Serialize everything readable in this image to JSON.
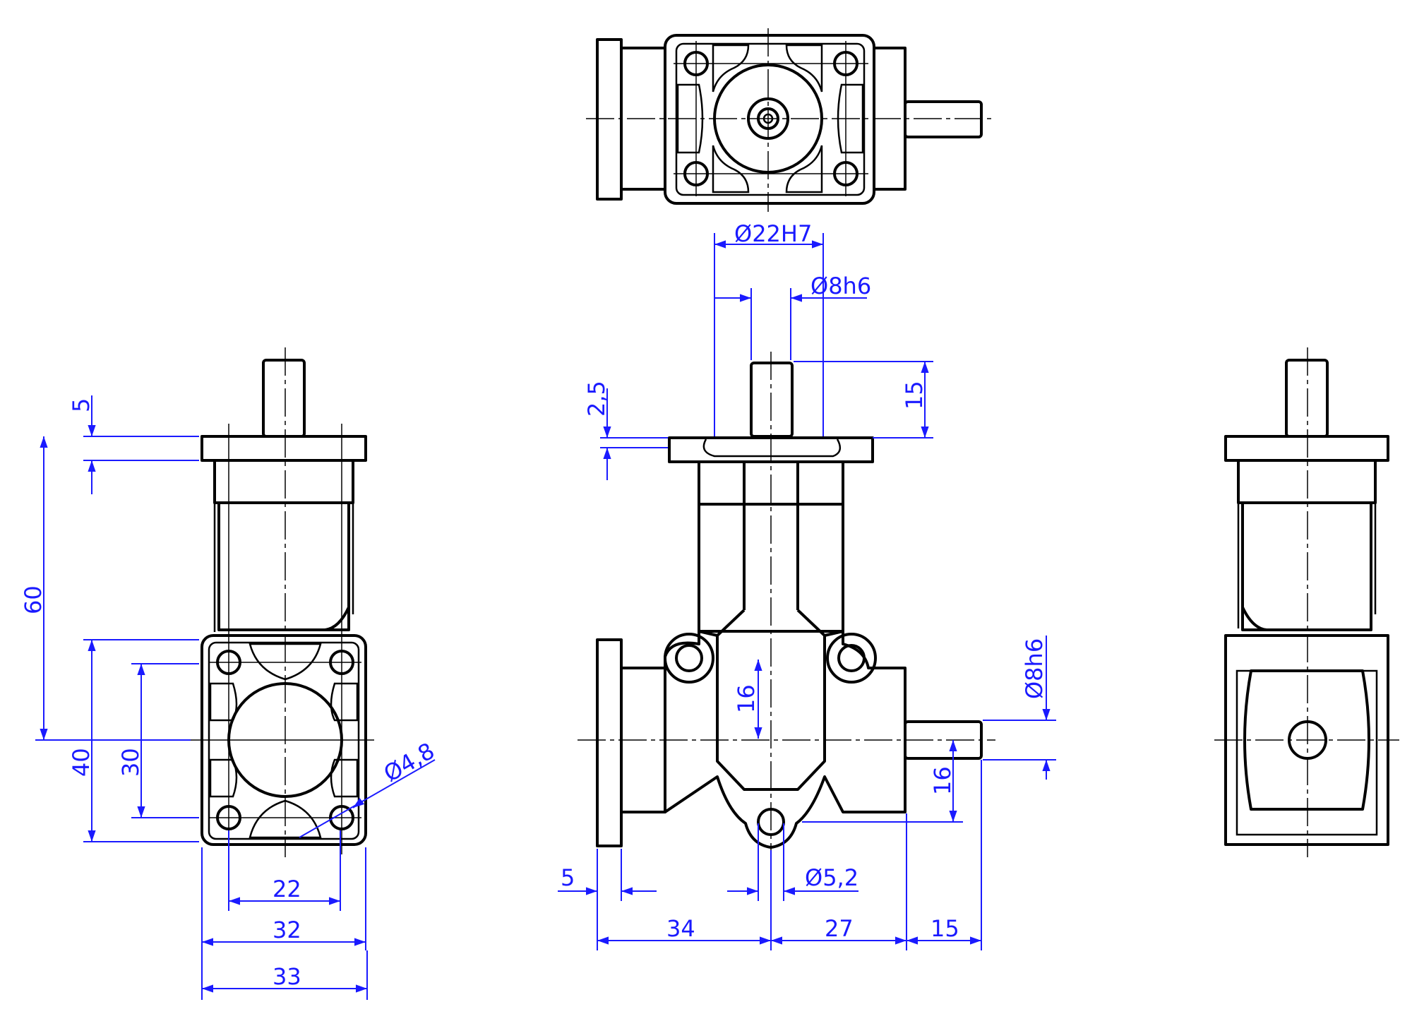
{
  "colors": {
    "outline": "#000000",
    "dimension": "#1a1aff",
    "background": "#ffffff"
  },
  "dimensions": {
    "bore_22h7": "Ø22H7",
    "shaft_8h6_top": "Ø8h6",
    "shaft_8h6_side": "Ø8h6",
    "flange_2_5": "2,5",
    "shaft_len_15_top": "15",
    "shaft_len_15_bottom": "15",
    "left_5": "5",
    "left_60": "60",
    "left_40": "40",
    "left_30": "30",
    "hole_4_8": "Ø4,8",
    "w_22": "22",
    "w_32": "32",
    "w_33": "33",
    "front_16_v": "16",
    "front_16_r": "16",
    "front_5": "5",
    "hole_5_2": "Ø5,2",
    "front_34": "34",
    "front_27": "27"
  }
}
